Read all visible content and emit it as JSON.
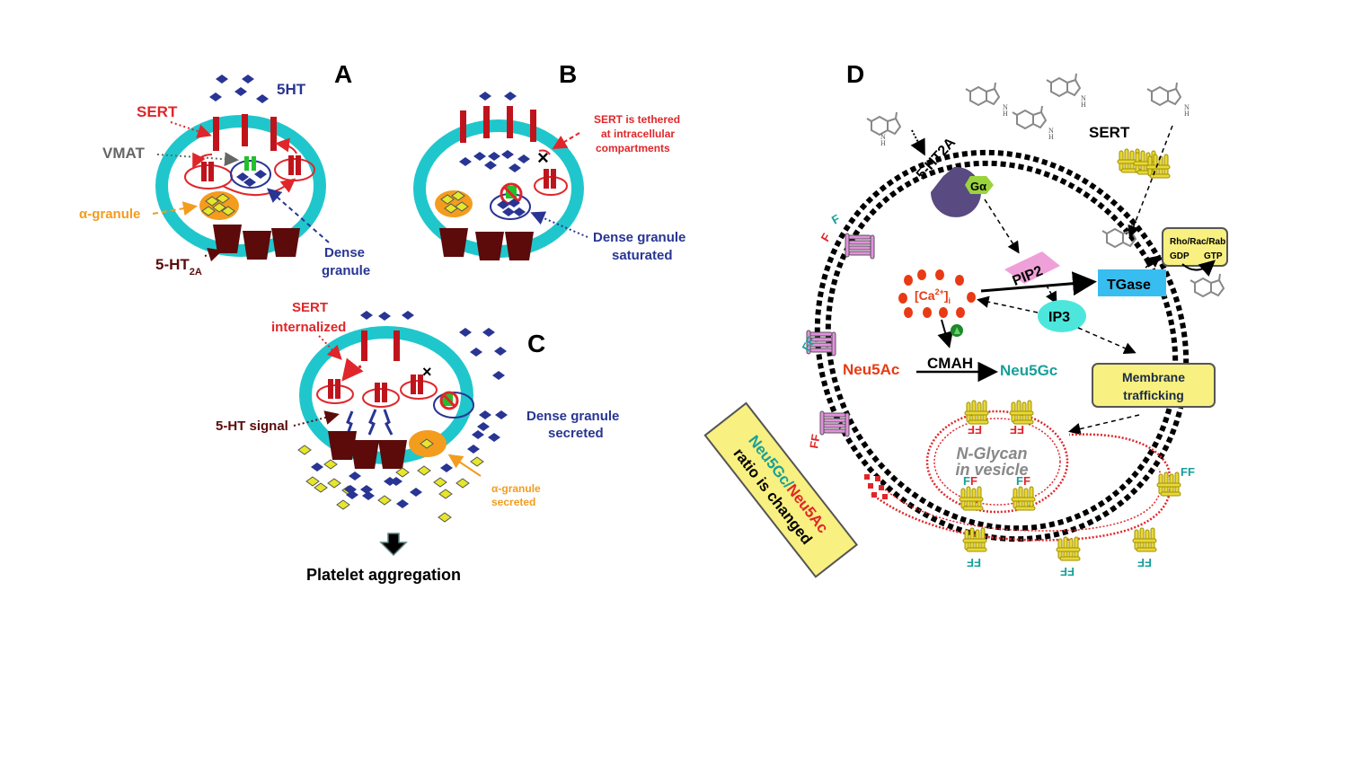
{
  "panels": {
    "A": {
      "letter": "A",
      "labels": {
        "serotonin": "5HT",
        "sert": "SERT",
        "vmat": "VMAT",
        "alpha_granule": "α-granule",
        "receptor_main": "5-HT",
        "receptor_sub": "2A",
        "dense_granule_line1": "Dense",
        "dense_granule_line2": "granule"
      }
    },
    "B": {
      "letter": "B",
      "labels": {
        "tethered_line1": "SERT is tethered",
        "tethered_line2": "at intracellular",
        "tethered_line3": "compartments",
        "saturated_line1": "Dense granule",
        "saturated_line2": "saturated"
      }
    },
    "C": {
      "letter": "C",
      "labels": {
        "internalized_line1": "SERT",
        "internalized_line2": "internalized",
        "signal": "5-HT signal",
        "dense_secreted_line1": "Dense granule",
        "dense_secreted_line2": "secreted",
        "alpha_secreted_line1": "α-granule",
        "alpha_secreted_line2": "secreted",
        "outcome": "Platelet aggregation"
      }
    },
    "D": {
      "letter": "D",
      "labels": {
        "receptor": "5-HT2A",
        "g_alpha": "Gα",
        "sert": "SERT",
        "pip2": "PIP2",
        "ip3": "IP3",
        "calcium": "[Ca",
        "calcium_sup": "2+",
        "calcium_close": "]",
        "calcium_sub": "i",
        "tgase": "TGase",
        "gtpase_title": "Rho/Rac/Rab",
        "gdp": "GDP",
        "gtp": "GTP",
        "cmah": "CMAH",
        "neu5ac": "Neu5Ac",
        "neu5gc": "Neu5Gc",
        "membrane_line1": "Membrane",
        "membrane_line2": "trafficking",
        "nglycan_line1": "N-Glycan",
        "nglycan_line2": "in vesicle",
        "ratio_gc": "Neu5Gc",
        "ratio_slash": "/",
        "ratio_ac": "Neu5Ac",
        "ratio_line2": "ratio is changed",
        "indole_h": "H",
        "indole_n": "N"
      }
    }
  },
  "colors": {
    "membrane_ring": "#1fc7cc",
    "sert": "#c0141c",
    "receptor": "#5c0a0a",
    "serotonin": "#283593",
    "alpha_granule": "#f39c1e",
    "alpha_cargo": "#e6e62a",
    "vmat": "#22c02a",
    "dense_label": "#283593",
    "sert_label": "#e0262a",
    "vmat_label": "#666666",
    "receptor_d": "#5a4a82",
    "g_alpha": "#9ad43c",
    "pip2": "#f0a0d8",
    "ip3": "#4de6dc",
    "tgase": "#38bdf0",
    "yellow_box": "#f8f080",
    "calcium": "#e83a14",
    "neu5ac": "#e83a14",
    "neu5gc": "#17a09a",
    "sert_d": "#e8d838",
    "glycan_protein": "#e070d0",
    "vesicle_dots": "#e0262a"
  }
}
